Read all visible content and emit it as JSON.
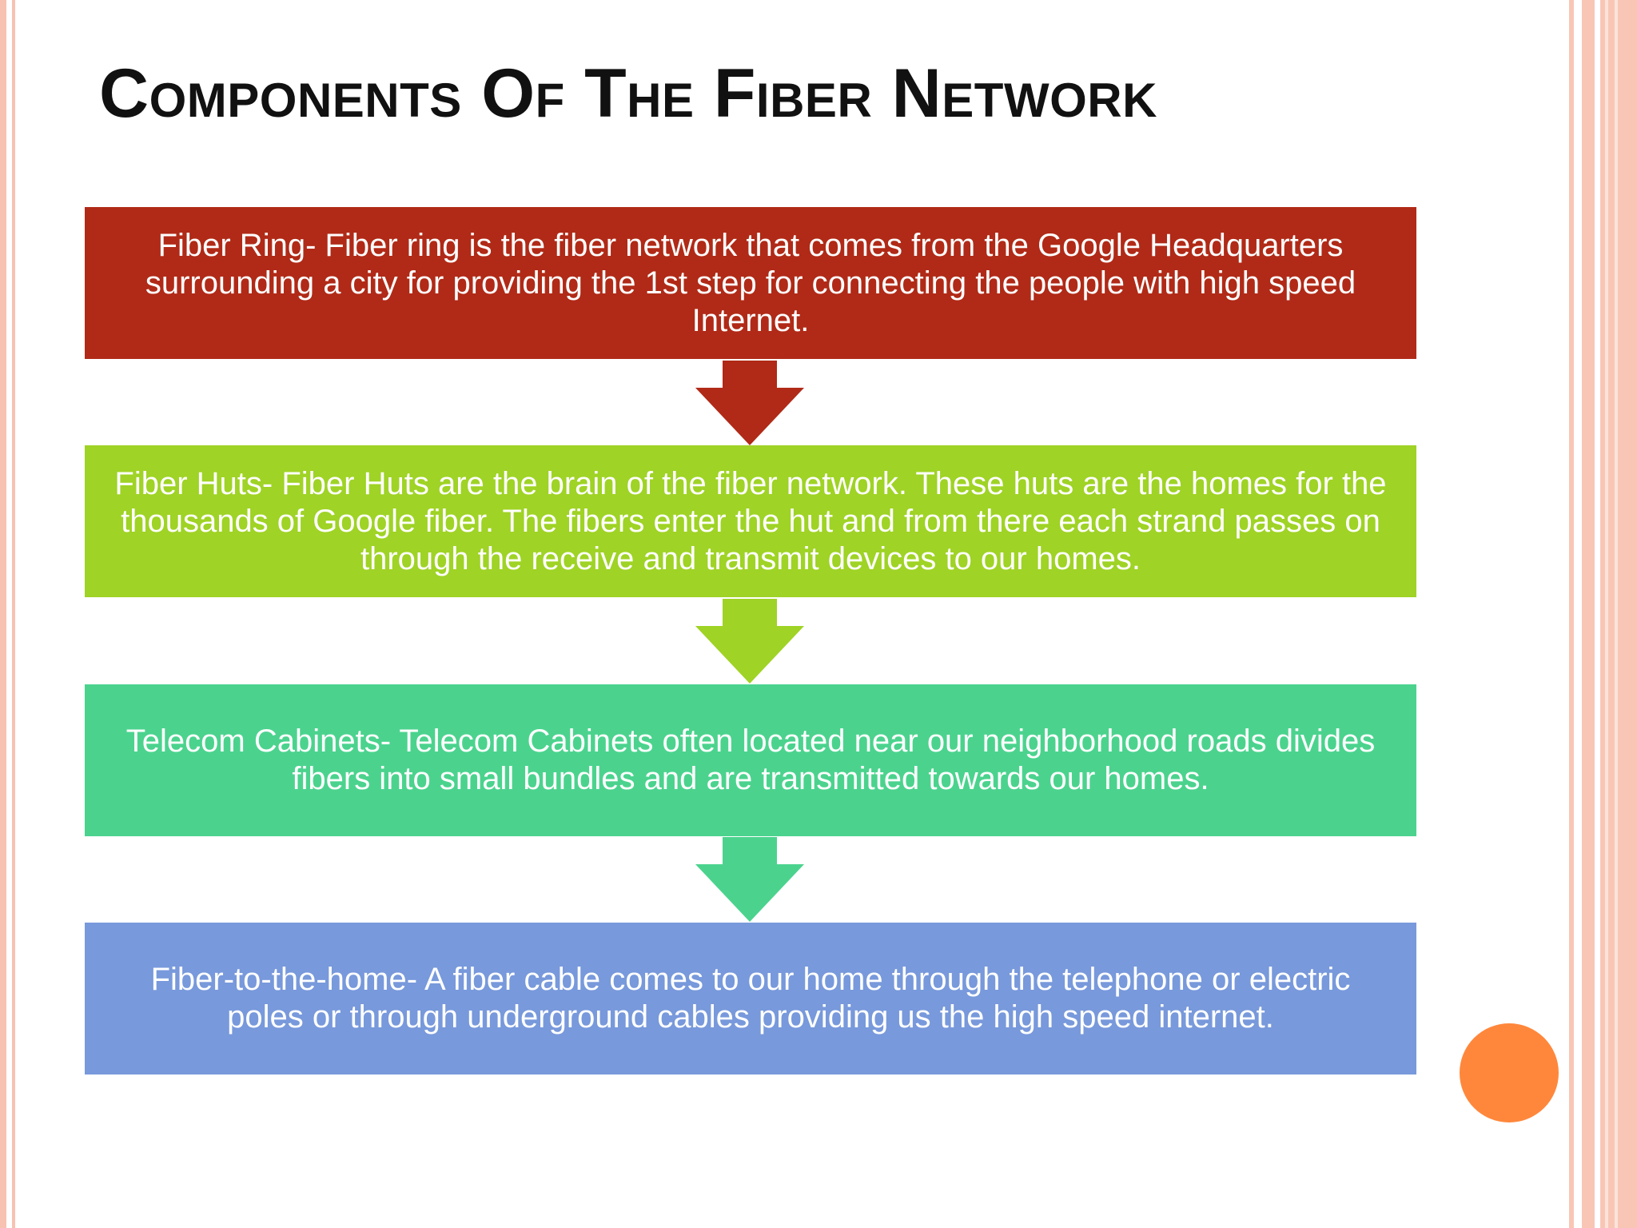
{
  "slide": {
    "title": "Components Of The Fiber Network",
    "steps": [
      {
        "text": "Fiber Ring- Fiber ring is the fiber network that comes from the Google Headquarters surrounding a city for providing the 1st step for connecting the people with high speed Internet.",
        "color": "#b02a17"
      },
      {
        "text": "Fiber Huts- Fiber Huts are the brain of the fiber network. These huts are the homes for the thousands of Google fiber. The fibers enter the hut and from there each strand passes on through the receive and transmit devices to our homes.",
        "color": "#9fd325"
      },
      {
        "text": "Telecom Cabinets- Telecom Cabinets often located near our neighborhood roads divides fibers into small bundles and are transmitted towards our homes.",
        "color": "#4bd38e"
      },
      {
        "text": "Fiber-to-the-home- A fiber cable comes to our home through the telephone or electric poles or through underground cables providing us the high speed internet.",
        "color": "#7899db"
      }
    ],
    "arrow_colors": [
      "#b02a17",
      "#9fd325",
      "#4bd38e"
    ],
    "accent_color": "#ff873b",
    "frame_color": "#f7c2b2"
  }
}
